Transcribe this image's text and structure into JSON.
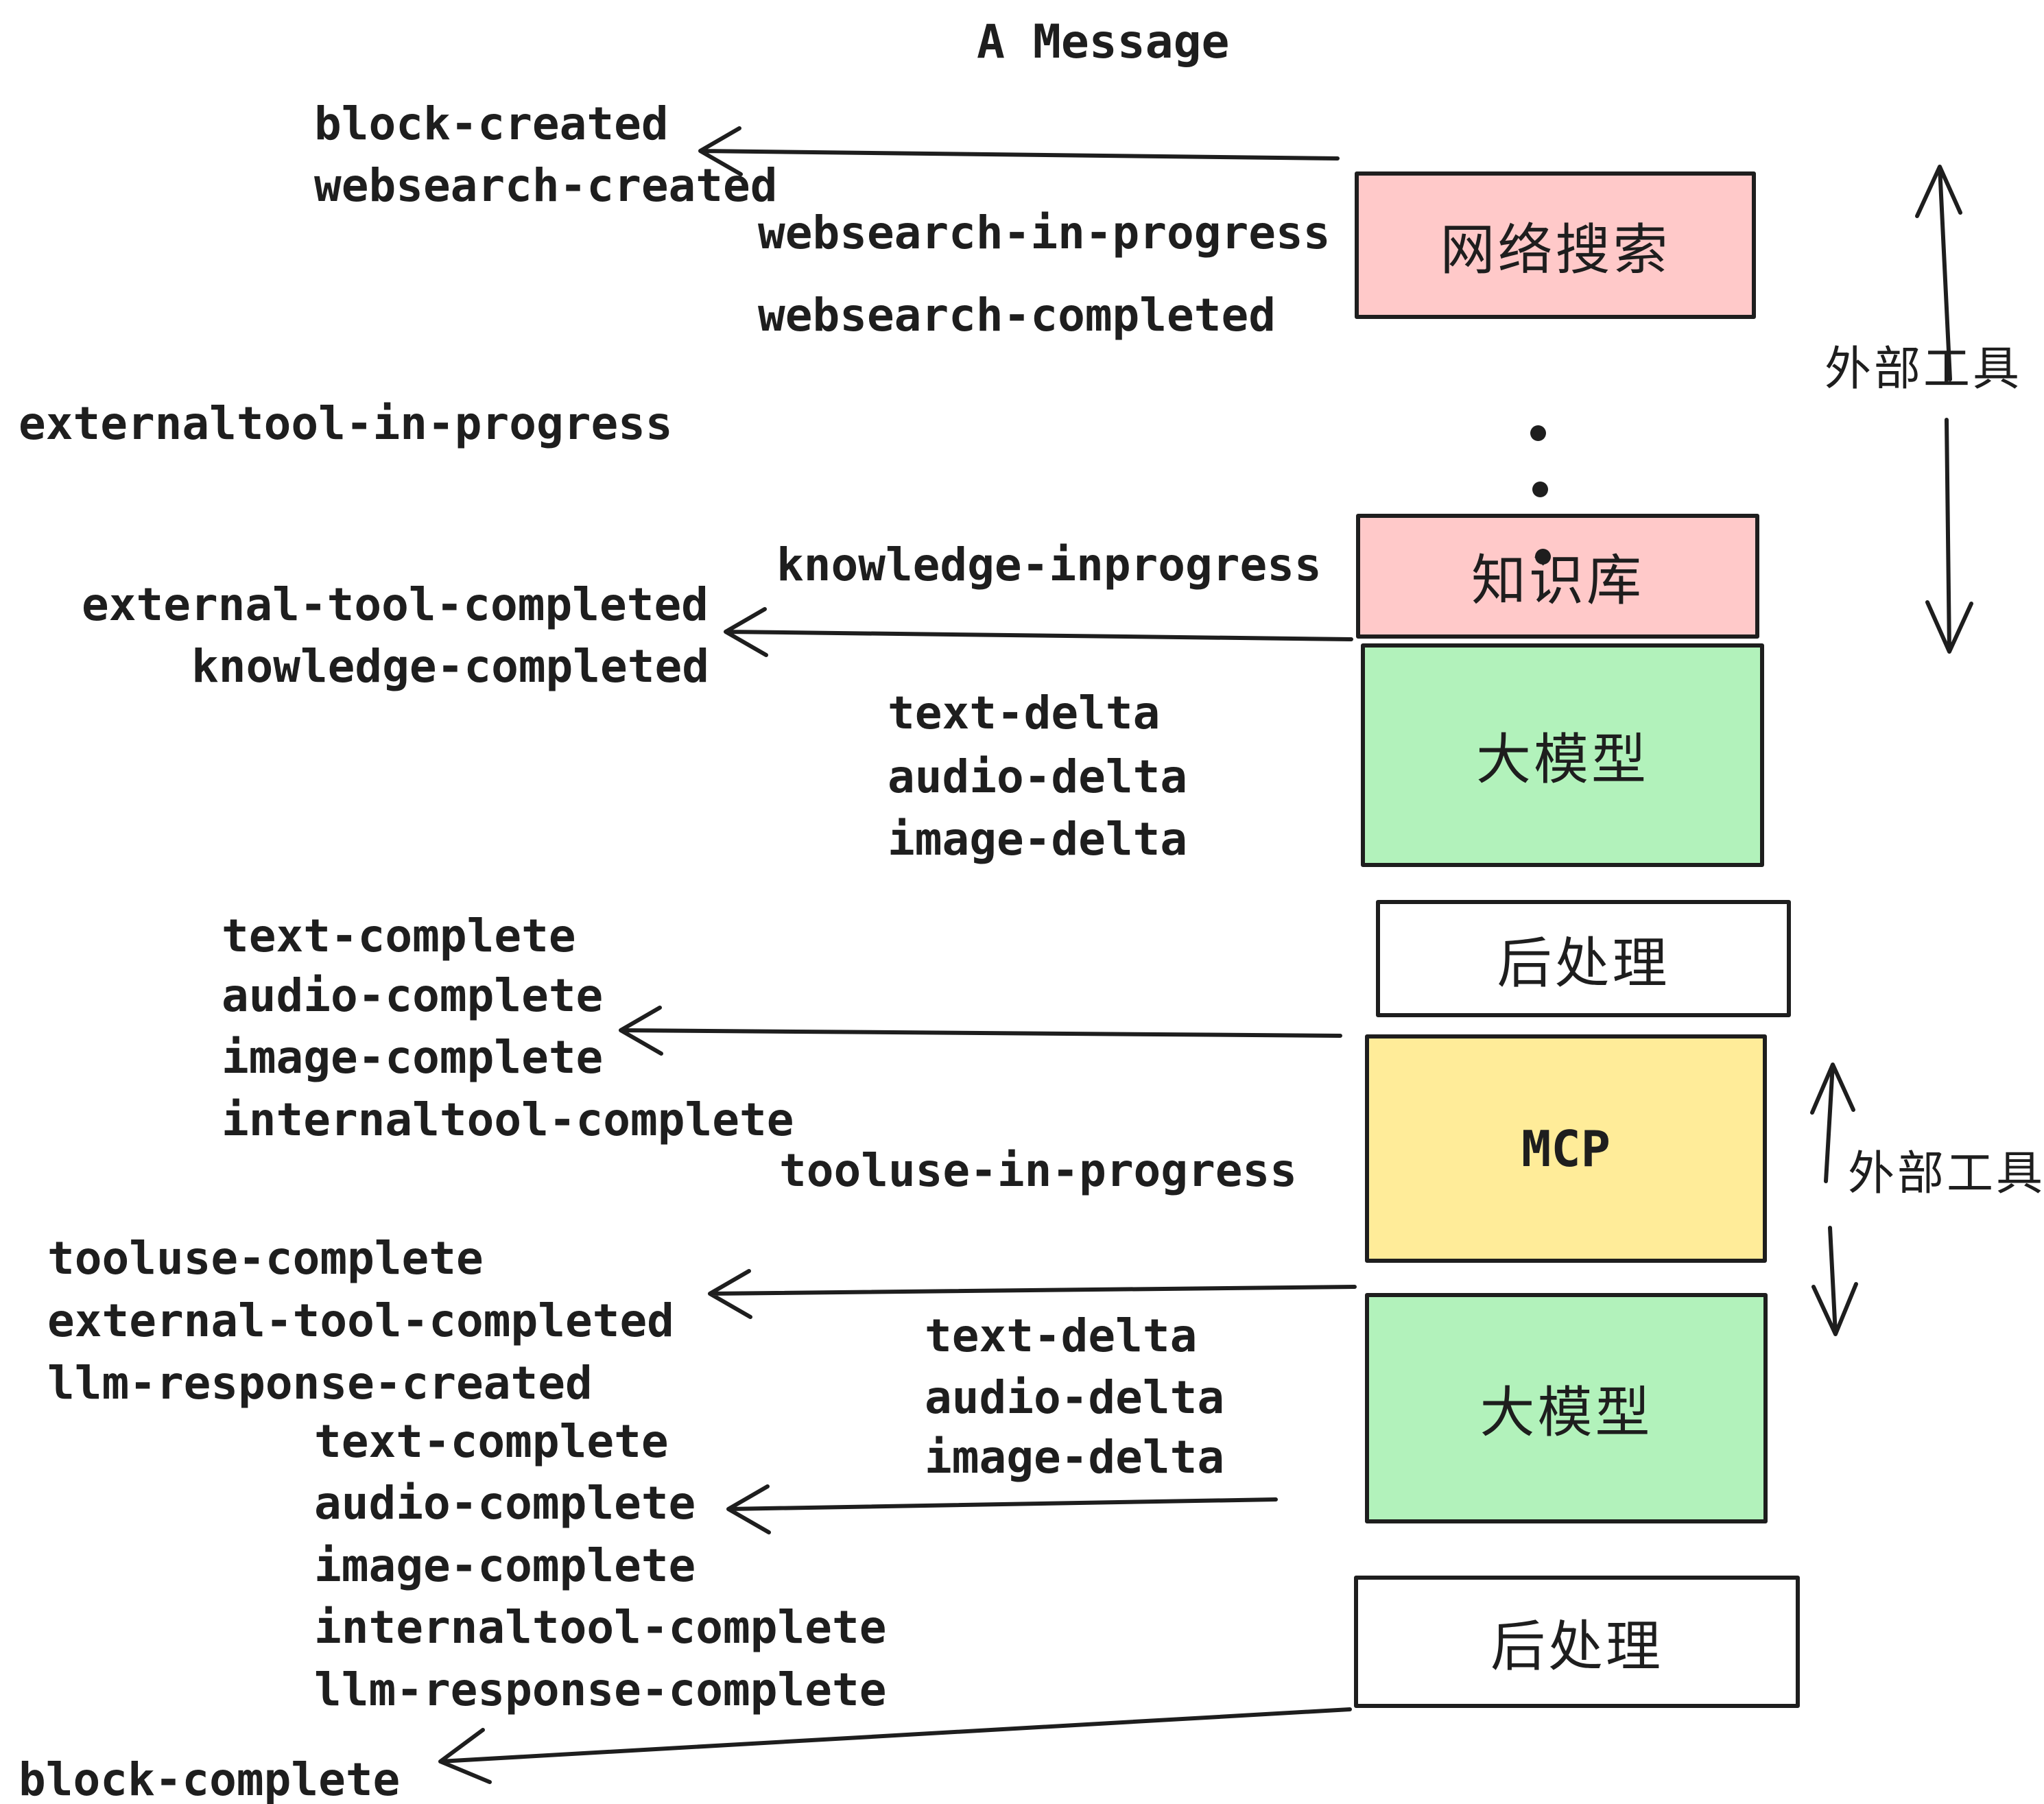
{
  "title": "A Message",
  "events": {
    "block_created": "block-created",
    "websearch_created": "websearch-created",
    "websearch_in_progress": "websearch-in-progress",
    "websearch_completed": "websearch-completed",
    "externaltool_in_progress": "externaltool-in-progress",
    "knowledge_inprogress": "knowledge-inprogress",
    "external_tool_completed": "external-tool-completed",
    "knowledge_completed": "knowledge-completed",
    "text_delta": "text-delta",
    "audio_delta": "audio-delta",
    "image_delta": "image-delta",
    "text_complete": "text-complete",
    "audio_complete": "audio-complete",
    "image_complete": "image-complete",
    "internaltool_complete": "internaltool-complete",
    "tooluse_in_progress": "tooluse-in-progress",
    "tooluse_complete": "tooluse-complete",
    "llm_response_created": "llm-response-created",
    "llm_response_complete": "llm-response-complete",
    "block_complete": "block-complete"
  },
  "boxes": {
    "websearch": "网络搜索",
    "knowledge": "知识库",
    "llm": "大模型",
    "post": "后处理",
    "mcp": "MCP"
  },
  "side_labels": {
    "external_tools": "外部工具"
  },
  "colors": {
    "pink": "#ffc9c9",
    "green": "#b2f2bb",
    "yellow": "#ffec99",
    "white": "#ffffff",
    "ink": "#1e1e1e"
  }
}
